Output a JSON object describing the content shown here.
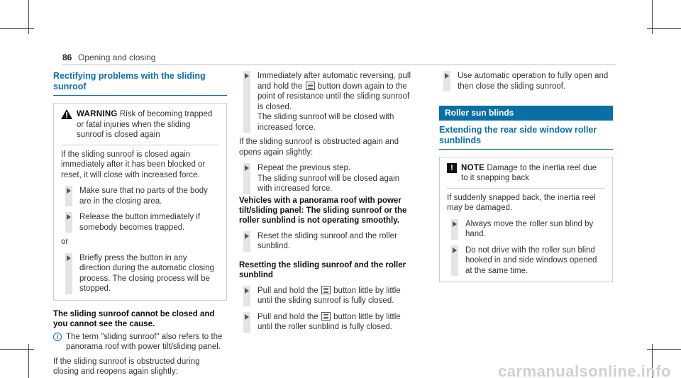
{
  "header": {
    "page_number": "86",
    "section": "Opening and closing"
  },
  "col1": {
    "title": "Rectifying problems with the sliding sunroof",
    "warning": {
      "label": "WARNING",
      "head_text": "Risk of becoming trapped or fatal injuries when the sliding sunroof is closed again",
      "body": "If the sliding sunroof is closed again immediately after it has been blocked or reset, it will close with increased force."
    },
    "steps_a": [
      "Make sure that no parts of the body are in the closing area.",
      "Release the button immediately if somebody becomes trapped."
    ],
    "or": "or",
    "steps_b": [
      "Briefly press the button in any direction during the automatic closing process. The closing process will be stopped."
    ],
    "heading2": "The sliding sunroof cannot be closed and you cannot see the cause.",
    "info": "The term \"sliding sunroof\" also refers to the panorama roof with power tilt/sliding panel.",
    "para": "If the sliding sunroof is obstructed during closing and reopens again slightly:"
  },
  "col2": {
    "step1_a": "Immediately after automatic reversing, pull and hold the",
    "step1_b": "button down again to the point of resistance until the sliding sunroof is closed.",
    "step1_c": "The sliding sunroof will be closed with increased force.",
    "para": "If the sliding sunroof is obstructed again and opens again slightly:",
    "step2": "Repeat the previous step.",
    "step2_b": "The sliding sunroof will be closed again with increased force.",
    "heading_vehicles": "Vehicles with a panorama roof with power tilt/sliding panel: The sliding sunroof or the roller sunblind is not operating smoothly.",
    "step3": "Reset the sliding sunroof and the roller sunblind.",
    "heading_reset": "Resetting the sliding sunroof and the roller sunblind",
    "step4_a": "Pull and hold the",
    "step4_b": "button little by little until the sliding sunroof is fully closed.",
    "step5_a": "Pull and hold the",
    "step5_b": "button little by little until the roller sunblind is fully closed."
  },
  "col3": {
    "step1": "Use automatic operation to fully open and then close the sliding sunroof.",
    "bar_title": "Roller sun blinds",
    "subtitle": "Extending the rear side window roller sunblinds",
    "note": {
      "label": "NOTE",
      "head_text": "Damage to the inertia reel due to it snapping back",
      "body": "If suddenly snapped back, the inertia reel may be damaged."
    },
    "steps": [
      "Always move the roller sun blind by hand.",
      "Do not drive with the roller sun blind hooked in and side windows opened at the same time."
    ]
  },
  "watermark": "carmanualsonline.info"
}
